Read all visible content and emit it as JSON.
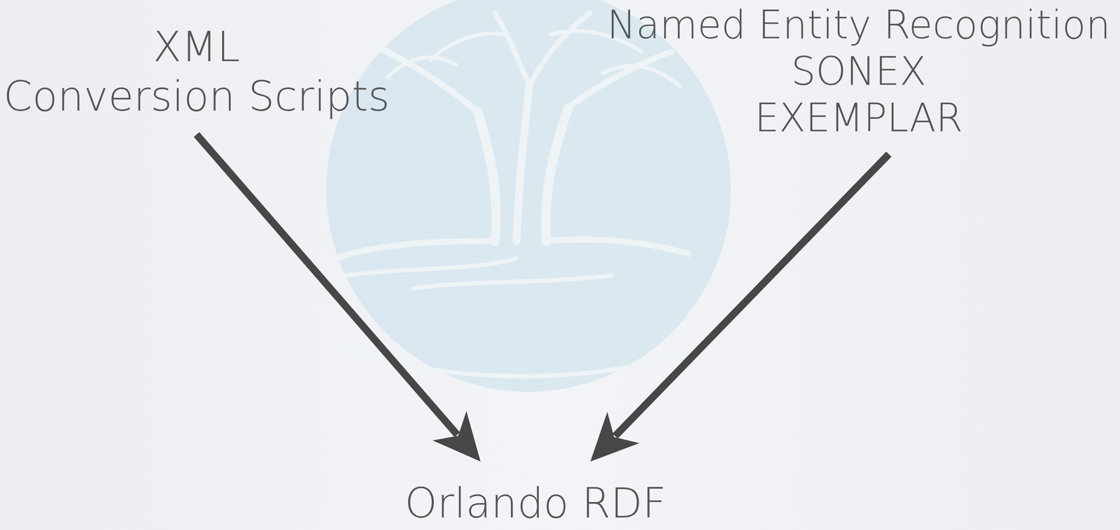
{
  "diagram": {
    "nodes": [
      {
        "text": [
          "XML",
          "Conversion Scripts"
        ]
      },
      {
        "text": [
          "Named Entity Recognition",
          "SONEX",
          "EXEMPLAR"
        ]
      },
      {
        "text": [
          "Orlando RDF"
        ]
      }
    ],
    "edges": [
      {
        "from": 0,
        "to": 2,
        "arrow": "to"
      },
      {
        "from": 1,
        "to": 2,
        "arrow": "to"
      }
    ]
  }
}
